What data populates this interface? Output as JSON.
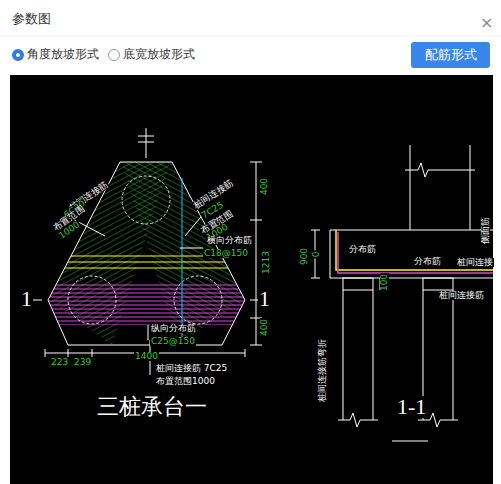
{
  "diagram": {
    "title": "参数图",
    "nodes": [
      {
        "text": [
          "配筋形式"
        ]
      }
    ],
    "edges": [],
    "labels": [
      "×",
      "角度放坡形式",
      "底宽放坡形式",
      "桩间连接筋",
      "6C20",
      "布置范围",
      "1000",
      "桩间连接筋",
      "7C25",
      "布置范围",
      "1000",
      "横向分布筋",
      "C18@150",
      "400",
      "1213",
      "400",
      "1",
      "1",
      "纵向分布筋",
      "C25@150",
      "1400",
      "223",
      "239",
      "桩间连接筋 7C25",
      "布置范围1000",
      "三桩承台一",
      "900",
      "0",
      "分布筋",
      "分布筋",
      "桩间连接",
      "侧面筋",
      "100",
      "桩间连接筋",
      "桩间连接筋弯折",
      "1-1"
    ]
  }
}
